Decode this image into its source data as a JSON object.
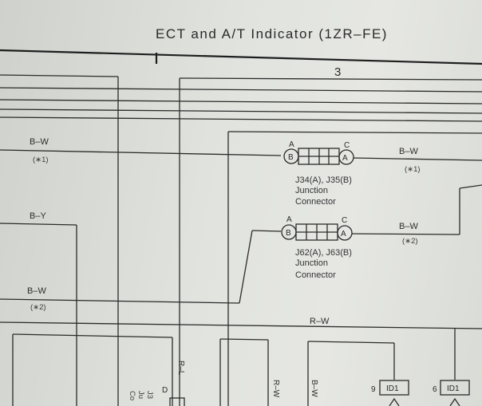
{
  "title": "ECT and A/T Indicator (1ZR–FE)",
  "page_number": "3",
  "wires": {
    "left_bw_1": {
      "color": "B–W",
      "note": "(∗1)"
    },
    "left_by": {
      "color": "B–Y"
    },
    "left_bw_2": {
      "color": "B–W",
      "note": "(∗2)"
    },
    "right_bw_1": {
      "color": "B–W",
      "note": "(∗1)"
    },
    "right_bw_2": {
      "color": "B–W",
      "note": "(∗2)"
    },
    "rw_horizontal": {
      "color": "R–W"
    },
    "rl_vertical": {
      "color": "R–L"
    },
    "rw_vertical": {
      "color": "R–W"
    },
    "bw_vertical": {
      "color": "B–W"
    }
  },
  "connectors": {
    "top": {
      "pin_left_letter": "A",
      "pin_right_letter": "C",
      "circle_left": "B",
      "circle_right": "A",
      "name": "J34(A), J35(B)",
      "line2": "Junction",
      "line3": "Connector"
    },
    "bottom": {
      "pin_left_letter": "A",
      "pin_right_letter": "C",
      "circle_left": "B",
      "circle_right": "A",
      "name": "J62(A), J63(B)",
      "line2": "Junction",
      "line3": "Connector"
    }
  },
  "bottom_items": {
    "partial_vertical_1": "J3",
    "partial_vertical_2": "Ju",
    "partial_vertical_3": "Co",
    "pin_d": "D",
    "id1_left": {
      "pin": "9",
      "label": "ID1"
    },
    "id1_right": {
      "pin": "6",
      "label": "ID1"
    }
  }
}
